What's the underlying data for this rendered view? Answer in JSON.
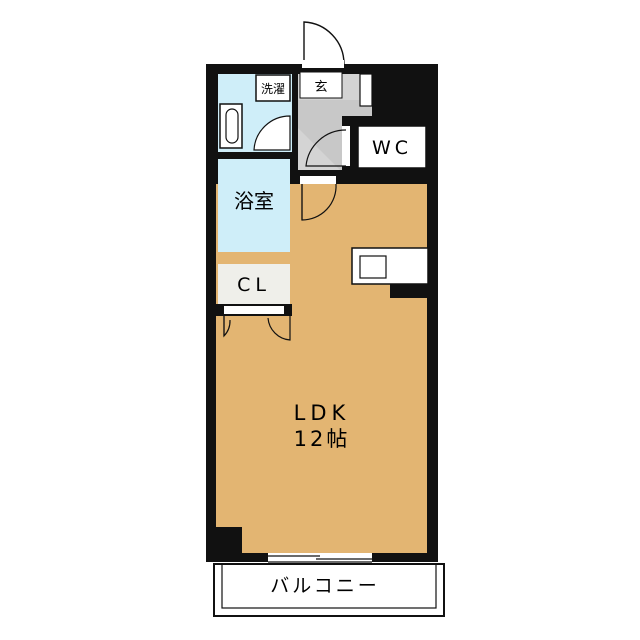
{
  "rooms": {
    "laundry": "洗濯",
    "entrance": "玄",
    "toilet": "WC",
    "bathroom": "浴室",
    "closet": "CL",
    "ldk_line1": "LDK",
    "ldk_line2": "12帖",
    "balcony": "バルコニー"
  },
  "colors": {
    "wall": "#111111",
    "ldk_floor": "#e3b572",
    "wet_area": "#cfeef9",
    "entrance_floor": "#d4d4d4",
    "closet_floor": "#efefea"
  }
}
